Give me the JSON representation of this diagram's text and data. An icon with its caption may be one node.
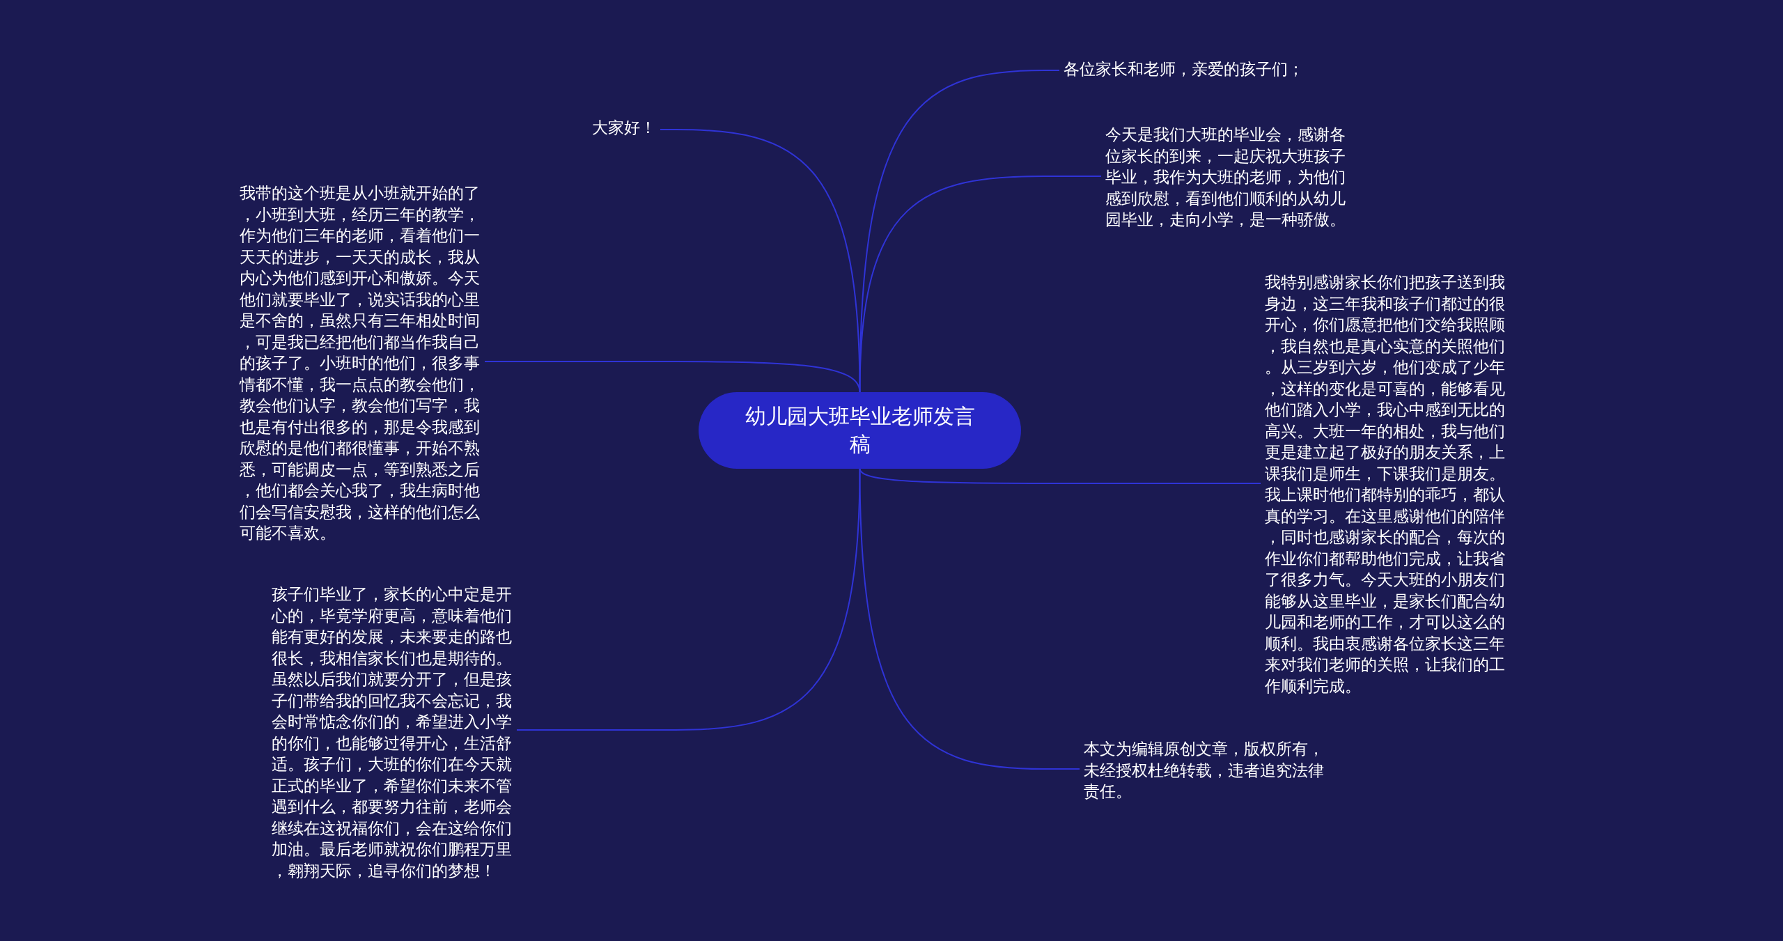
{
  "diagram": {
    "nodes": [
      {
        "text": [
          "幼儿园大班毕业老师发言稿"
        ]
      },
      {
        "text": [
          "大家好！"
        ]
      },
      {
        "text": [
          "我带的这个班是从小班就开始的了，小班到大班，经历三年的教学，作为他们三年的老师，看着他们一天天的进步，一天天的成长，我从内心为他们感到开心和傲娇。今天他们就要毕业了，说实话我的心里是不舍的，虽然只有三年相处时间，可是我已经把他们都当作我自己的孩子了。小班时的他们，很多事情都不懂，我一点点的教会他们，教会他们认字，教会他们写字，我也是有付出很多的，那是令我感到欣慰的是他们都很懂事，开始不熟悉，可能调皮一点，等到熟悉之后，他们都会关心我了，我生病时他们会写信安慰我，这样的他们怎么可能不喜欢。"
        ]
      },
      {
        "text": [
          "孩子们毕业了，家长的心中定是开心的，毕竟学府更高，意味着他们能有更好的发展，未来要走的路也很长，我相信家长们也是期待的。虽然以后我们就要分开了，但是孩子们带给我的回忆我不会忘记，我会时常惦念你们的，希望进入小学的你们，也能够过得开心，生活舒适。孩子们，大班的你们在今天就正式的毕业了，希望你们未来不管遇到什么，都要努力往前，老师会继续在这祝福你们，会在这给你们加油。最后老师就祝你们鹏程万里，翱翔天际，追寻你们的梦想！"
        ]
      },
      {
        "text": [
          "各位家长和老师，亲爱的孩子们；"
        ]
      },
      {
        "text": [
          "今天是我们大班的毕业会，感谢各位家长的到来，一起庆祝大班孩子毕业，我作为大班的老师，为他们感到欣慰，看到他们顺利的从幼儿园毕业，走向小学，是一种骄傲。"
        ]
      },
      {
        "text": [
          "我特别感谢家长你们把孩子送到我身边，这三年我和孩子们都过的很开心，你们愿意把他们交给我照顾，我自然也是真心实意的关照他们。从三岁到六岁，他们变成了少年，这样的变化是可喜的，能够看见他们踏入小学，我心中感到无比的高兴。大班一年的相处，我与他们更是建立起了极好的朋友关系，上课我们是师生，下课我们是朋友。我上课时他们都特别的乖巧，都认真的学习。在这里感谢他们的陪伴，同时也感谢家长的配合，每次的作业你们都帮助他们完成，让我省了很多力气。今天大班的小朋友们能够从这里毕业，是家长们配合幼儿园和老师的工作，才可以这么的顺利。我由衷感谢各位家长这三年来对我们老师的关照，让我们的工作顺利完成。"
        ]
      },
      {
        "text": [
          "本文为编辑原创文章，版权所有，未经授权杜绝转载，违者追究法律责任。"
        ]
      }
    ],
    "edges": [
      {
        "from": 0,
        "to": 1,
        "arrow": "none"
      },
      {
        "from": 0,
        "to": 2,
        "arrow": "none"
      },
      {
        "from": 0,
        "to": 3,
        "arrow": "none"
      },
      {
        "from": 0,
        "to": 4,
        "arrow": "none"
      },
      {
        "from": 0,
        "to": 5,
        "arrow": "none"
      },
      {
        "from": 0,
        "to": 6,
        "arrow": "none"
      },
      {
        "from": 0,
        "to": 7,
        "arrow": "none"
      }
    ]
  }
}
